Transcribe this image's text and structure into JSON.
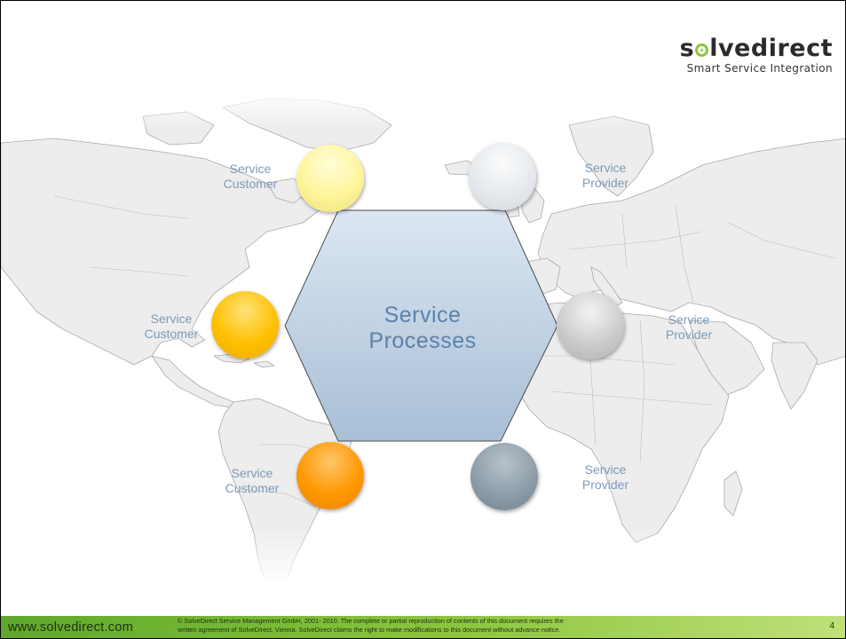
{
  "logo": {
    "text_before": "s",
    "text_after": "lvedirect",
    "tagline": "Smart Service Integration",
    "accent_color": "#8dc63f"
  },
  "diagram": {
    "center_title_line1": "Service",
    "center_title_line2": "Processes",
    "nodes": [
      {
        "line1": "Service",
        "line2": "Customer",
        "color": "#fff59a"
      },
      {
        "line1": "Service",
        "line2": "Customer",
        "color": "#ffc000"
      },
      {
        "line1": "Service",
        "line2": "Customer",
        "color": "#ff9800"
      },
      {
        "line1": "Service",
        "line2": "Provider",
        "color": "#e4e8ec"
      },
      {
        "line1": "Service",
        "line2": "Provider",
        "color": "#c8c9cb"
      },
      {
        "line1": "Service",
        "line2": "Provider",
        "color": "#8a9aa6"
      }
    ]
  },
  "footer": {
    "url": "www.solvedirect.com",
    "copyright_line1": "© SolveDirect Service Management GmbH, 2001- 2010. The complete or partial reproduction of contents of this document requires the",
    "copyright_line2": "written agreement of SolveDirect, Vienna. SolveDirect claims the right to make modifications to this document without advance notice.",
    "page_number": "4"
  }
}
